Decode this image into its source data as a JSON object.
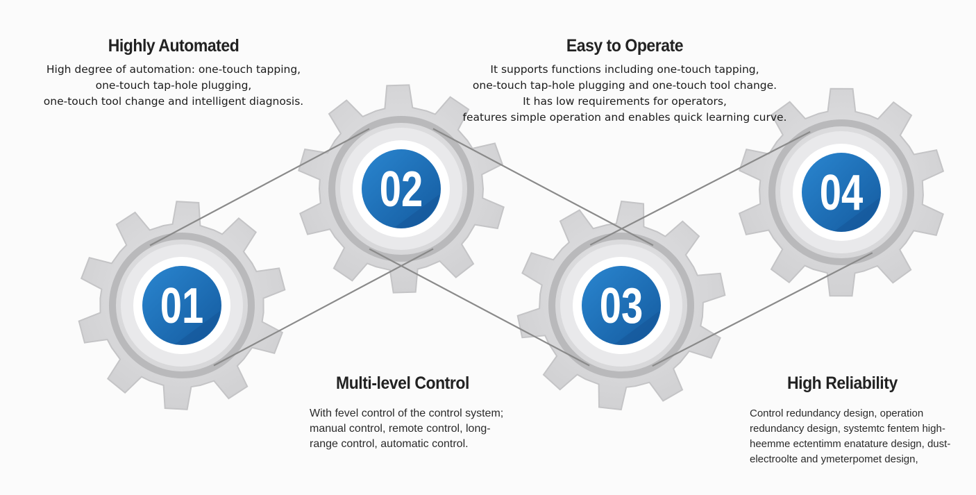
{
  "blocks": [
    {
      "title": "Highly Automated",
      "text": "High degree of automation: one-touch tapping,\none-touch tap-hole plugging,\none-touch tool change and intelligent diagnosis."
    },
    {
      "title": "Easy to Operate",
      "text": "It supports functions including one-touch tapping,\none-touch tap-hole plugging and one-touch tool change.\nIt has low requirements for operators,\nfeatures simple operation and enables quick learning curve."
    },
    {
      "title": "Multi-level Control",
      "text": "With fevel control of the control system;\nmanual control, remote control, long-\nrange control, automatic control."
    },
    {
      "title": "High Reliability",
      "text": "Control redundancy design, operation\nredundancy design, systemtc fentem high-\nheemme ectentimm enatature design, dust-\nelectroolte and ymeterpomet design,"
    }
  ],
  "gears": [
    {
      "label": "01"
    },
    {
      "label": "02"
    },
    {
      "label": "03"
    },
    {
      "label": "04"
    }
  ],
  "colors": {
    "gear": "#d6d6d8",
    "gear_shadow": "#c4c4c6",
    "ring": "#b9b9bb",
    "belt": "#8a8a8a",
    "badge_blue": "#1d6fb8",
    "badge_dark": "#16579a"
  }
}
